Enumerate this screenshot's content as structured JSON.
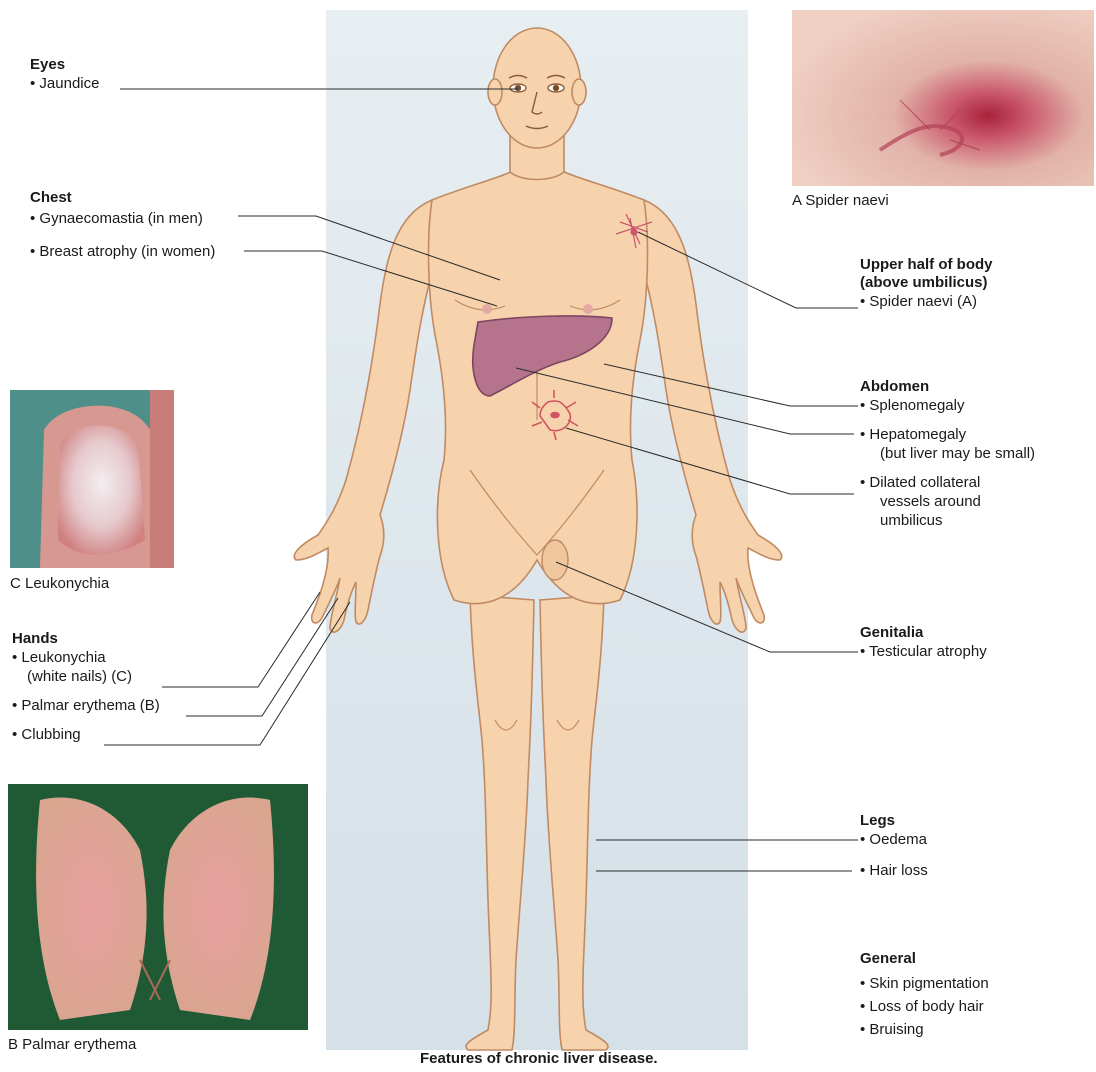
{
  "caption": "Features of chronic liver disease.",
  "photos": {
    "spider": {
      "label": "A  Spider naevi"
    },
    "leukonychia": {
      "label": "C  Leukonychia"
    },
    "palmar": {
      "label": "B  Palmar erythema"
    }
  },
  "groups": {
    "eyes": {
      "heading": "Eyes",
      "items": [
        "• Jaundice"
      ]
    },
    "chest": {
      "heading": "Chest",
      "items": [
        "• Gynaecomastia (in men)",
        "• Breast atrophy (in women)"
      ]
    },
    "upper": {
      "heading_lines": [
        "Upper half of body",
        "(above umbilicus)"
      ],
      "items": [
        "• Spider naevi (A)"
      ]
    },
    "abdomen": {
      "heading": "Abdomen",
      "items": [
        "• Splenomegaly",
        "•  Hepatomegaly",
        "(but liver may be small)",
        "•  Dilated collateral",
        "vessels around",
        "umbilicus"
      ]
    },
    "hands": {
      "heading": "Hands",
      "items": [
        "•  Leukonychia",
        "(white nails) (C)",
        "• Palmar erythema (B)",
        "•  Clubbing"
      ]
    },
    "genitalia": {
      "heading": "Genitalia",
      "items": [
        "• Testicular atrophy"
      ]
    },
    "legs": {
      "heading": "Legs",
      "items": [
        "• Oedema",
        "•  Hair loss"
      ]
    },
    "general": {
      "heading": "General",
      "items": [
        "•  Skin pigmentation",
        "•  Loss of body hair",
        "•  Bruising"
      ]
    }
  },
  "colors": {
    "panel": "#dfe7ec",
    "skin": "#f6d3ad",
    "skin_outline": "#c08a62",
    "liver": "#b5748c",
    "leader": "#2a2a2a"
  }
}
